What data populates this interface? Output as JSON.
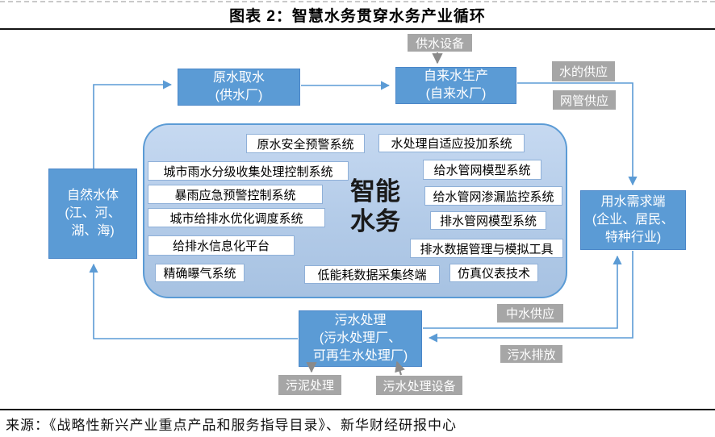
{
  "figure": {
    "title": "图表 2：智慧水务贯穿水务产业循环",
    "source": "来源：《战略性新兴产业重点产品和服务指导目录》、新华财经研报中心"
  },
  "center_label": "智能\n水务",
  "nodes": {
    "natural_water": "自然水体\n(江、河、\n湖、海)",
    "raw_water_intake": "原水取水\n(供水厂)",
    "tap_water_production": "自来水生产\n(自来水厂)",
    "water_demand": "用水需求端\n(企业、居民、\n特种行业)",
    "sewage_treatment": "污水处理\n(污水处理厂、\n可再生水处理厂)"
  },
  "gray_labels": {
    "supply_equipment": "供水设备",
    "water_supply": "水的供应",
    "pipe_network_supply": "网管供应",
    "reclaimed_water_supply": "中水供应",
    "sewage_discharge": "污水排放",
    "sludge_treatment": "污泥处理",
    "sewage_treatment_equipment": "污水处理设备"
  },
  "systems": [
    "原水安全预警系统",
    "城市雨水分级收集处理控制系统",
    "暴雨应急预警控制系统",
    "城市给排水优化调度系统",
    "给排水信息化平台",
    "精确曝气系统",
    "水处理自适应投加系统",
    "给水管网模型系统",
    "给水管网渗漏监控系统",
    "排水管网模型系统",
    "排水数据管理与模拟工具",
    "低能耗数据采集终端",
    "仿真仪表技术"
  ],
  "colors": {
    "node_blue": "#5B9BD5",
    "container_fill": "#B3CBE8",
    "container_border": "#5B9BD5",
    "gray_fill": "#A6A6A6",
    "wire_blue": "#5B9BD5",
    "wire_gray": "#8A8A8A"
  }
}
